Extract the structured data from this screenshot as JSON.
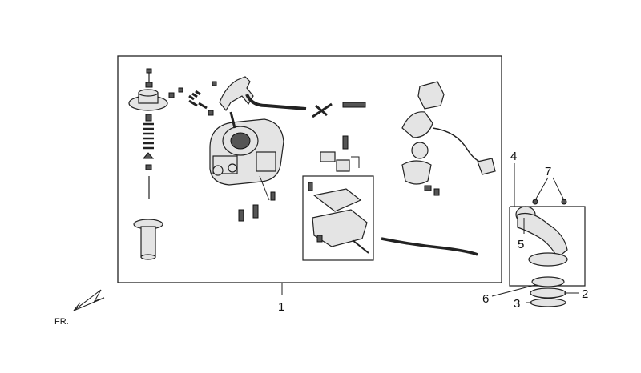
{
  "direction_label": "FR.",
  "callouts": {
    "c1": "1",
    "c2": "2",
    "c3": "3",
    "c4": "4",
    "c5": "5",
    "c6": "6",
    "c7": "7"
  }
}
